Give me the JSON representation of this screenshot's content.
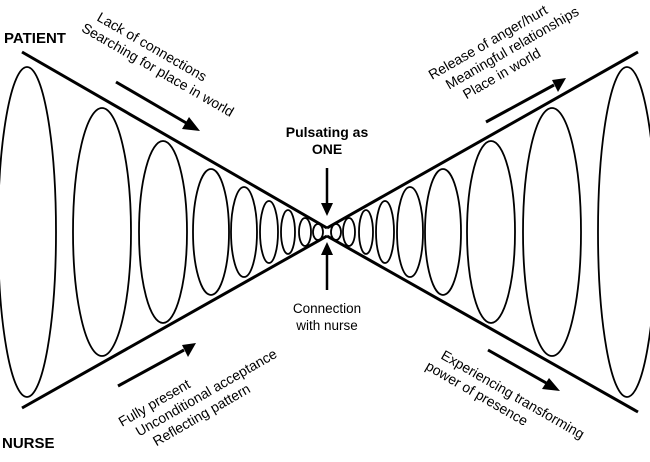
{
  "labels": {
    "patient": "PATIENT",
    "nurse": "NURSE"
  },
  "notes": {
    "top_left": [
      "Lack of connections",
      "Searching for place in world"
    ],
    "bottom_left": [
      "Fully present",
      "Unconditional acceptance",
      "Reflecting pattern"
    ],
    "top_right": [
      "Release of anger/hurt",
      "Meaningful relationships",
      "Place in world"
    ],
    "bottom_right": [
      "Experiencing transforming",
      "power of presence"
    ]
  },
  "center": {
    "top": [
      "Pulsating as",
      "ONE"
    ],
    "bottom": [
      "Connection",
      "with nurse"
    ]
  },
  "colors": {
    "ink": "#000000",
    "background": "#ffffff"
  }
}
